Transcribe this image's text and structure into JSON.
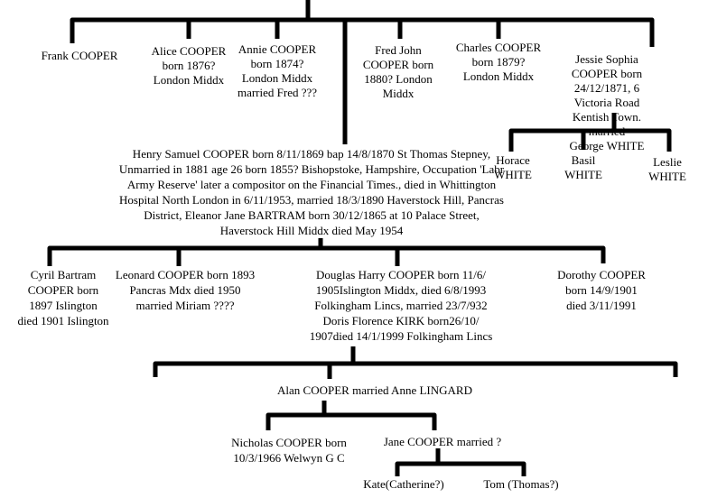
{
  "generation1": [
    {
      "name": "Frank COOPER"
    },
    {
      "name": "Alice COOPER\nborn 1876?\nLondon Middx"
    },
    {
      "name": "Annie COOPER\nborn 1874?\nLondon Middx\nmarried Fred ???"
    },
    {
      "name": "Fred John\nCOOPER born\n1880? London\nMiddx"
    },
    {
      "name": "Charles COOPER\nborn 1879?\nLondon Middx"
    },
    {
      "name": "Jessie Sophia COOPER born\n24/12/1871, 6 Victoria Road\nKentish Town. married\nGeorge WHITE"
    }
  ],
  "white_children": [
    {
      "name": "Horace\nWHITE"
    },
    {
      "name": "Basil\nWHITE"
    },
    {
      "name": "Leslie\nWHITE"
    }
  ],
  "henry": {
    "name": "Henry Samuel COOPER born 8/11/1869 bap 14/8/1870 St Thomas Stepney,\nUnmarried in 1881 age 26 born 1855? Bishopstoke, Hampshire, Occupation 'Labr\nArmy Reserve' later a compositor on the Financial Times., died in Whittington\nHospital North London in 6/11/1953, married 18/3/1890 Haverstock Hill, Pancras\nDistrict, Eleanor Jane BARTRAM born 30/12/1865 at 10 Palace Street,\nHaverstock Hill Middx died May 1954"
  },
  "generation2": [
    {
      "name": "Cyril Bartram\nCOOPER born\n1897 Islington\ndied 1901 Islington"
    },
    {
      "name": "Leonard COOPER born 1893\nPancras Mdx died 1950\nmarried Miriam ????"
    },
    {
      "name": "Douglas Harry COOPER born 11/6/\n1905Islington Middx,  died 6/8/1993\nFolkingham Lincs, married  23/7/932\nDoris Florence KIRK born26/10/\n1907died 14/1/1999 Folkingham Lincs"
    },
    {
      "name": "Dorothy COOPER\nborn 14/9/1901\ndied 3/11/1991"
    }
  ],
  "alan": {
    "name": "Alan COOPER  married Anne LINGARD"
  },
  "generation4": [
    {
      "name": "Nicholas COOPER born\n10/3/1966 Welwyn G C"
    },
    {
      "name": "Jane COOPER married ?"
    }
  ],
  "generation5": [
    {
      "name": "Kate(Catherine?)"
    },
    {
      "name": "Tom (Thomas?)"
    }
  ]
}
